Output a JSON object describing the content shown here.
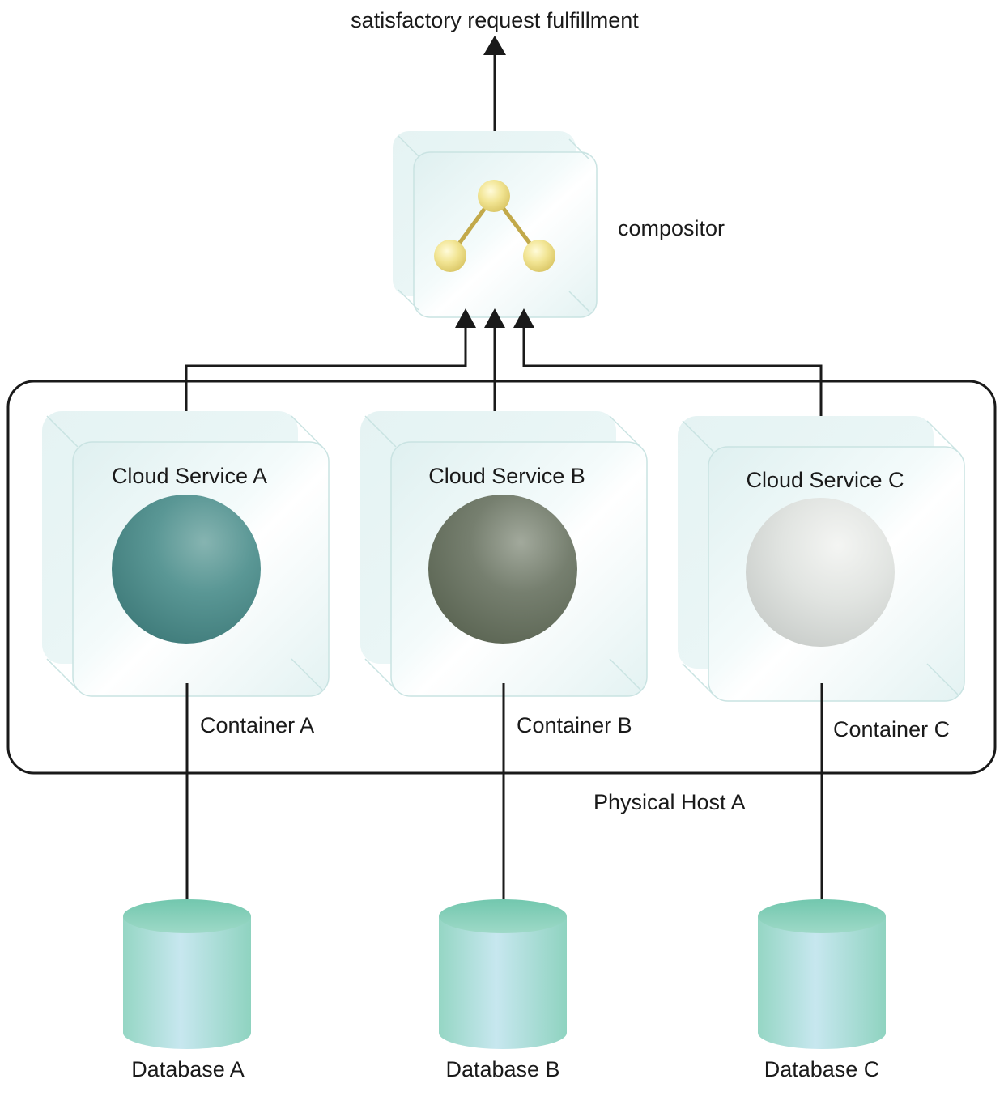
{
  "output": {
    "label": "satisfactory request fulfillment"
  },
  "compositor": {
    "label": "compositor",
    "icon": "molecule-icon"
  },
  "host": {
    "label": "Physical Host A"
  },
  "containers": [
    {
      "service_label": "Cloud Service A",
      "container_label": "Container A",
      "database_label": "Database A",
      "sphere_color": "#4e8c8b"
    },
    {
      "service_label": "Cloud Service B",
      "container_label": "Container B",
      "database_label": "Database B",
      "sphere_color": "#6b7564"
    },
    {
      "service_label": "Cloud Service C",
      "container_label": "Container C",
      "database_label": "Database C",
      "sphere_color": "#dde0de"
    }
  ],
  "colors": {
    "box_face": "#e6f3f3",
    "box_edge": "#c9e3e2",
    "database_body": "#a8ddd2",
    "database_top": "#7fcbb6",
    "connector": "#1a1a1a",
    "molecule_ball": "#efe28e",
    "molecule_bond": "#c2a94a"
  }
}
